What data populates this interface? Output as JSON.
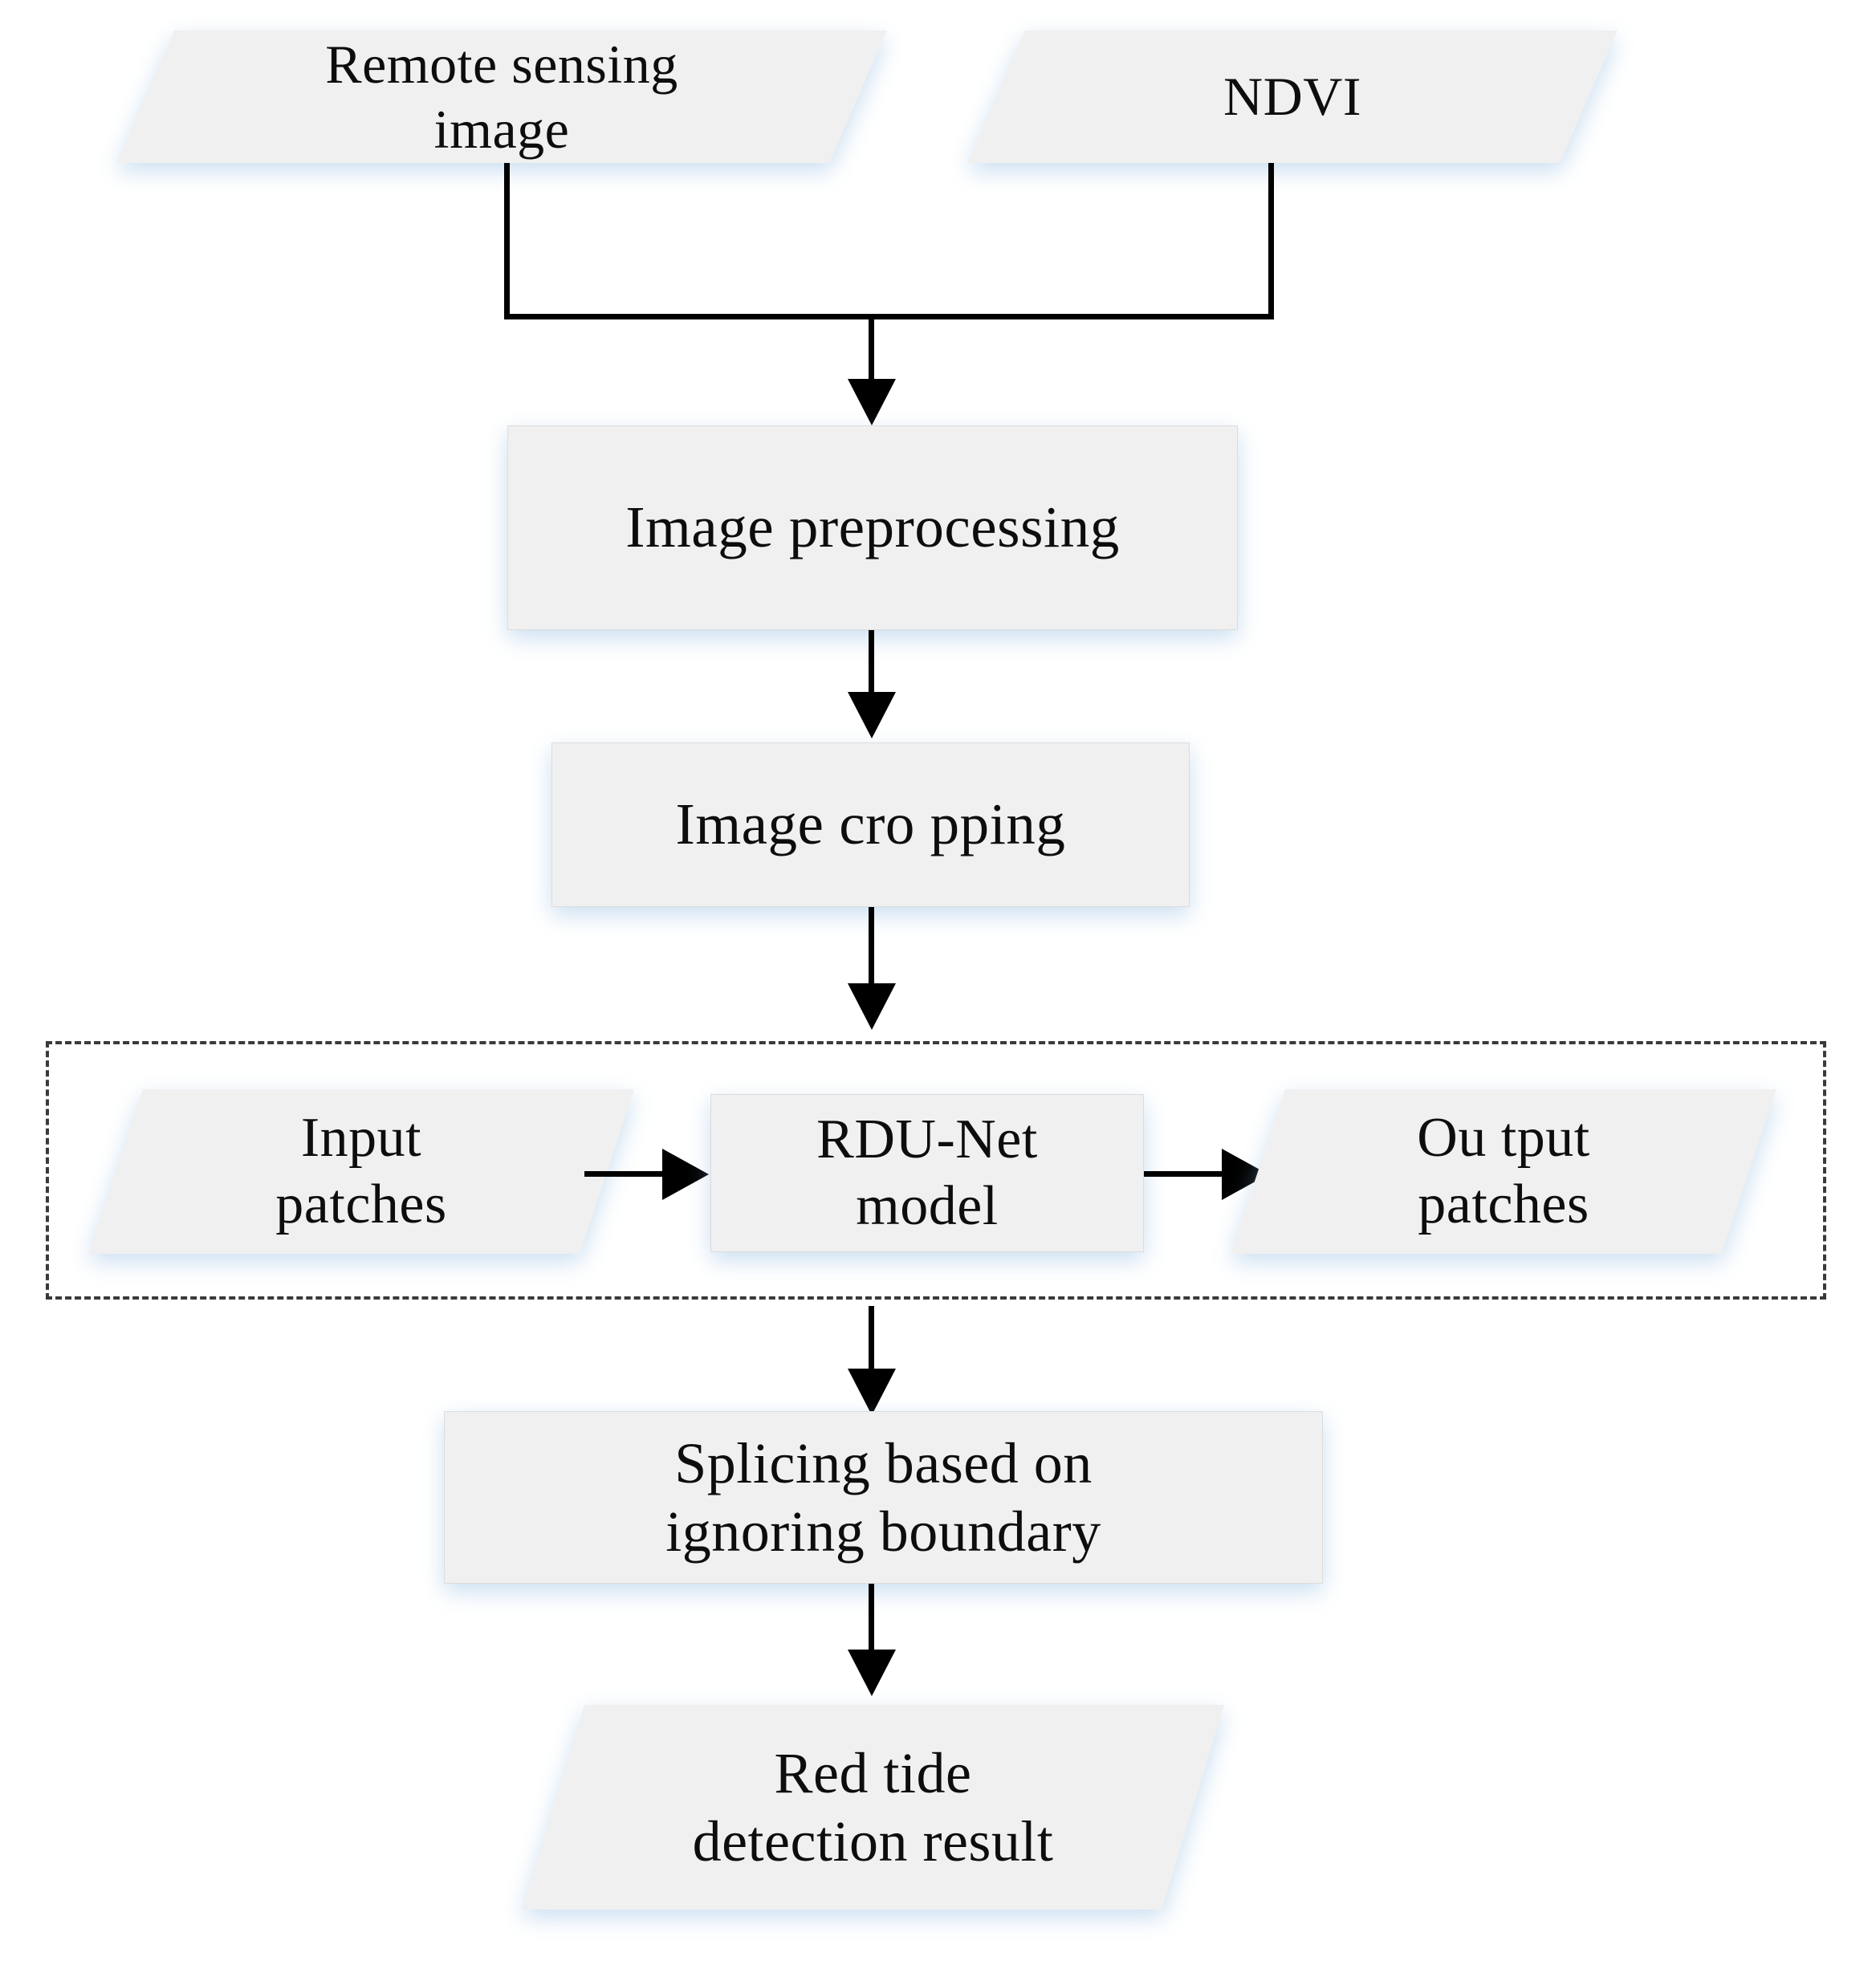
{
  "diagram": {
    "title": "Red tide detection workflow",
    "fill_color": "#F0F0F0",
    "border_color": "#DCDCDC",
    "line_color": "#000000",
    "glow_color": "#C7DDF2",
    "dashed_border_color": "#3A3A3A"
  },
  "nodes": {
    "remote_sensing_image": {
      "label": "Remote sensing\nimage",
      "shape": "parallelogram"
    },
    "ndvi": {
      "label": "NDVI",
      "shape": "parallelogram"
    },
    "image_preprocessing": {
      "label": "Image preprocessing",
      "shape": "rectangle"
    },
    "image_cropping": {
      "label": "Image cro pping",
      "shape": "rectangle"
    },
    "input_patches": {
      "label": "Input\npatches",
      "shape": "parallelogram"
    },
    "rdu_net_model": {
      "label": "RDU-Net\nmodel",
      "shape": "rectangle"
    },
    "output_patches": {
      "label": "Ou tput\npatches",
      "shape": "parallelogram"
    },
    "splicing": {
      "label": "Splicing based on\nignoring boundary",
      "shape": "rectangle"
    },
    "red_tide_result": {
      "label": "Red tide\ndetection result",
      "shape": "parallelogram"
    }
  },
  "group": {
    "model_stage": {
      "style": "dashed",
      "contains": [
        "input_patches",
        "rdu_net_model",
        "output_patches"
      ]
    }
  },
  "edges": [
    {
      "from": "remote_sensing_image",
      "to": "image_preprocessing",
      "style": "elbow-merge"
    },
    {
      "from": "ndvi",
      "to": "image_preprocessing",
      "style": "elbow-merge"
    },
    {
      "from": "image_preprocessing",
      "to": "image_cropping",
      "style": "straight-down"
    },
    {
      "from": "image_cropping",
      "to": "model_stage",
      "style": "straight-down"
    },
    {
      "from": "input_patches",
      "to": "rdu_net_model",
      "style": "straight-right"
    },
    {
      "from": "rdu_net_model",
      "to": "output_patches",
      "style": "straight-right"
    },
    {
      "from": "model_stage",
      "to": "splicing",
      "style": "straight-down"
    },
    {
      "from": "splicing",
      "to": "red_tide_result",
      "style": "straight-down"
    }
  ]
}
